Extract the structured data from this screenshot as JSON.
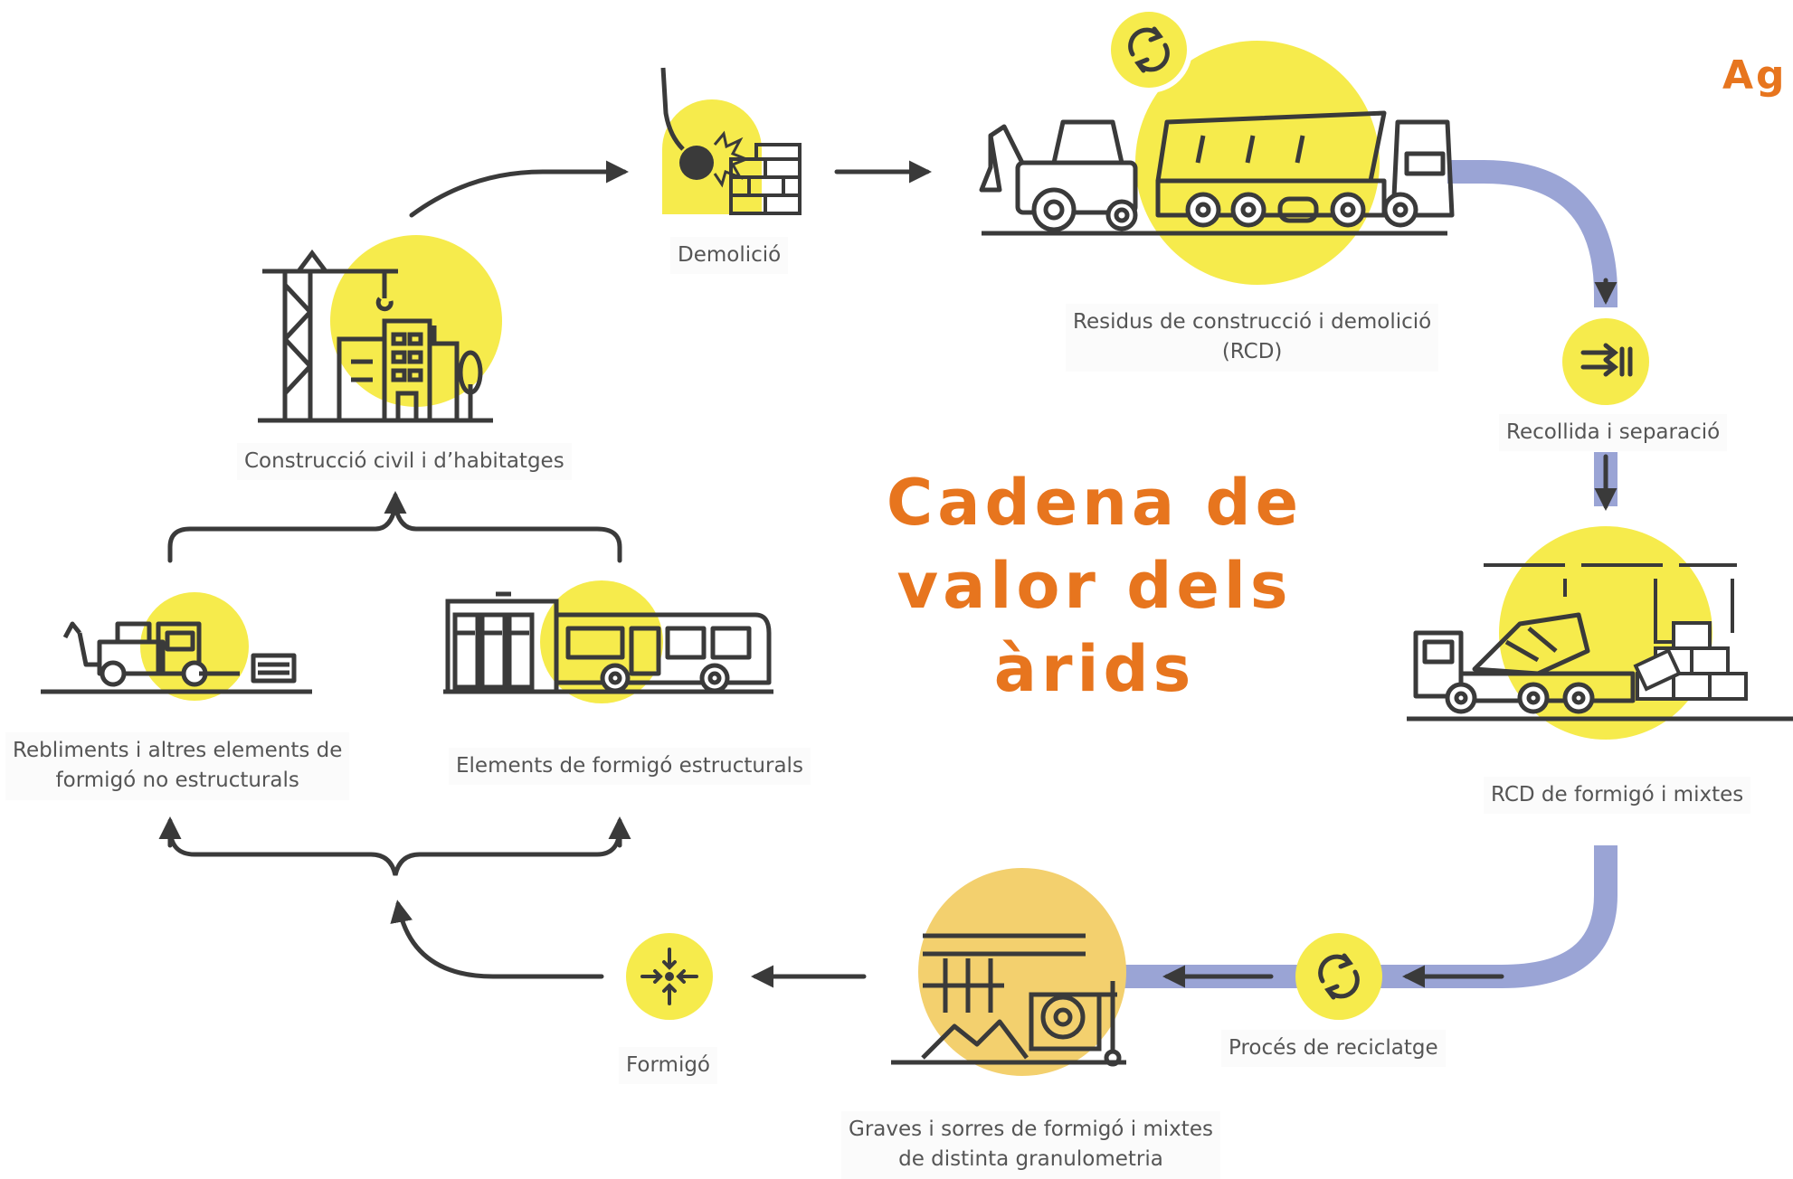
{
  "title_lines": [
    "Cadena de",
    "valor dels",
    "àrids"
  ],
  "corner_text": "Ag",
  "labels": {
    "demolicio": "Demolició",
    "rcd_line1": "Residus de construcció i demolició",
    "rcd_line2": "(RCD)",
    "recollida": "Recollida i separació",
    "rcd_formigo": "RCD de formigó i mixtes",
    "proces_reciclatge": "Procés de reciclatge",
    "graves_line1": "Graves i sorres de formigó i mixtes",
    "graves_line2": "de distinta granulometria",
    "formigo": "Formigó",
    "construccio": "Construcció civil i d’habitatges",
    "rebliments_line1": "Rebliments i altres elements de",
    "rebliments_line2": "formigó no estructurals",
    "elements_estructurals": "Elements de formigó estructurals"
  },
  "colors": {
    "accent_yellow": "#F6EB4C",
    "accent_amber": "#F3D06E",
    "flow_band": "#9AA4D5",
    "title_orange": "#E7751E",
    "ink": "#3a3a3a",
    "label_text": "#555555"
  },
  "icons": [
    "wrecking-ball-icon",
    "dump-truck-icon",
    "excavator-icon",
    "recycle-icon",
    "sort-icon",
    "concrete-mixer-icon",
    "aggregate-pile-icon",
    "concrete-target-icon",
    "crane-icon",
    "building-icon",
    "tree-icon",
    "bulldozer-icon",
    "bus-icon",
    "train-icon"
  ]
}
